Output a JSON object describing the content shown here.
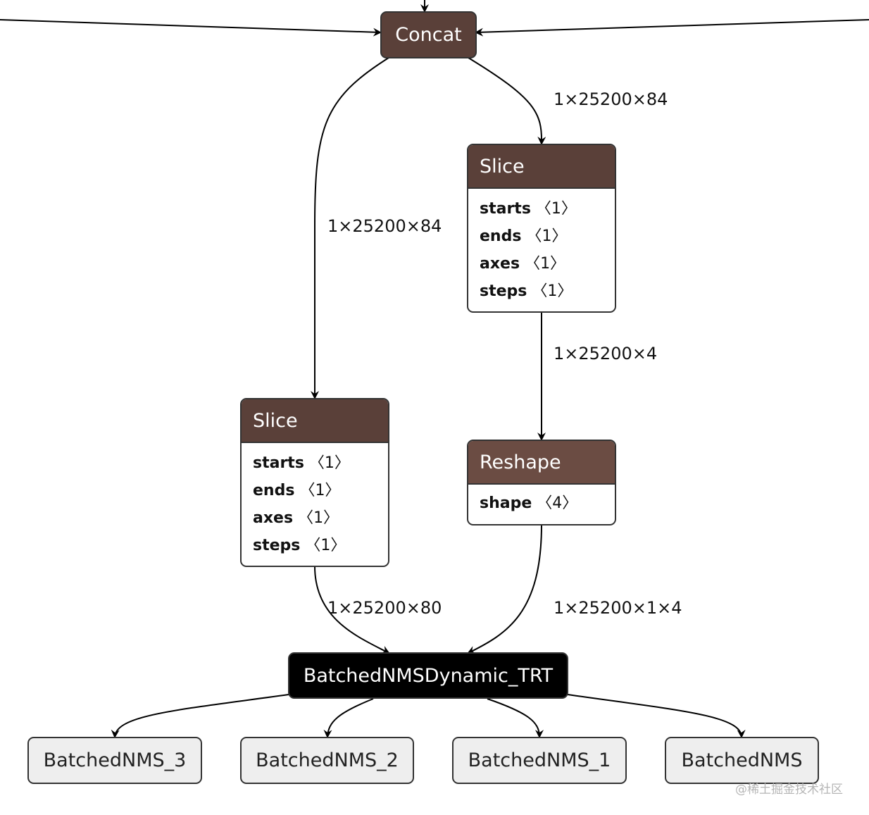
{
  "nodes": {
    "concat": {
      "title": "Concat"
    },
    "slice_right": {
      "title": "Slice",
      "attrs": [
        {
          "key": "starts",
          "value": "〈1〉"
        },
        {
          "key": "ends",
          "value": "〈1〉"
        },
        {
          "key": "axes",
          "value": "〈1〉"
        },
        {
          "key": "steps",
          "value": "〈1〉"
        }
      ]
    },
    "slice_left": {
      "title": "Slice",
      "attrs": [
        {
          "key": "starts",
          "value": "〈1〉"
        },
        {
          "key": "ends",
          "value": "〈1〉"
        },
        {
          "key": "axes",
          "value": "〈1〉"
        },
        {
          "key": "steps",
          "value": "〈1〉"
        }
      ]
    },
    "reshape": {
      "title": "Reshape",
      "attrs": [
        {
          "key": "shape",
          "value": "〈4〉"
        }
      ]
    },
    "nms": {
      "title": "BatchedNMSDynamic_TRT"
    },
    "outputs": [
      "BatchedNMS_3",
      "BatchedNMS_2",
      "BatchedNMS_1",
      "BatchedNMS"
    ]
  },
  "edges": {
    "concat_to_slice_right": "1×25200×84",
    "concat_to_slice_left": "1×25200×84",
    "slice_right_to_reshape": "1×25200×4",
    "slice_left_to_nms": "1×25200×80",
    "reshape_to_nms": "1×25200×1×4"
  },
  "watermark": "@稀土掘金技术社区",
  "colors": {
    "op_node": "#5a4039",
    "reshape_head": "#6b4c43",
    "custom_op": "#000000",
    "output_node": "#eeeeee",
    "edge": "#000000"
  }
}
